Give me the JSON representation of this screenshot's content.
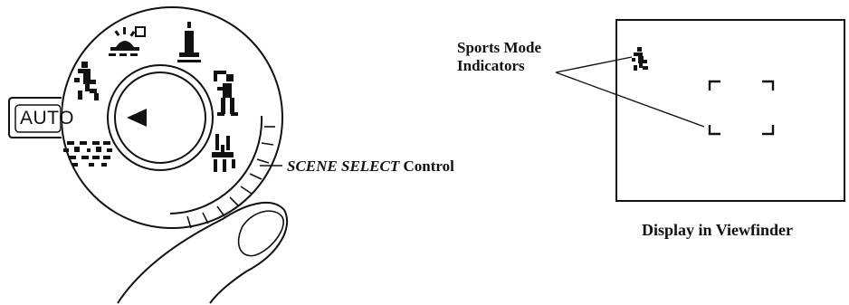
{
  "dial": {
    "auto_label": "AUTO",
    "modes": [
      "twilight-icon",
      "candle-icon",
      "portrait-icon",
      "sports-icon",
      "landscape-icon",
      "fireworks-icon"
    ]
  },
  "labels": {
    "scene_select_italic": "SCENE SELECT",
    "scene_select_rest": " Control",
    "sports_mode_line1": "Sports Mode",
    "sports_mode_line2": "Indicators",
    "viewfinder_caption": "Display in Viewfinder"
  }
}
